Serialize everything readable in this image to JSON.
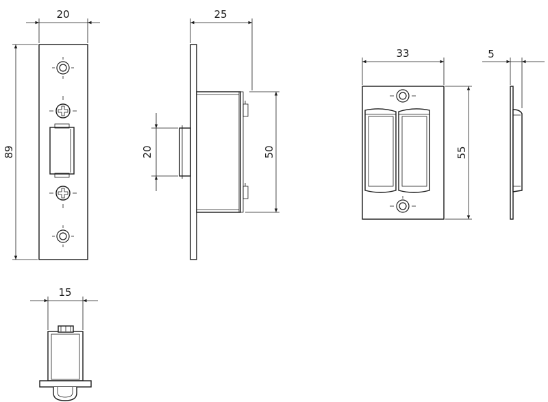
{
  "views": {
    "front": {
      "width_label": "20",
      "height_label": "89"
    },
    "side": {
      "depth_label": "25",
      "bolt_label": "20",
      "body_label": "50"
    },
    "strike_front": {
      "width_label": "33",
      "height_label": "55"
    },
    "strike_side": {
      "thickness_label": "5"
    },
    "bottom": {
      "width_label": "15"
    }
  }
}
